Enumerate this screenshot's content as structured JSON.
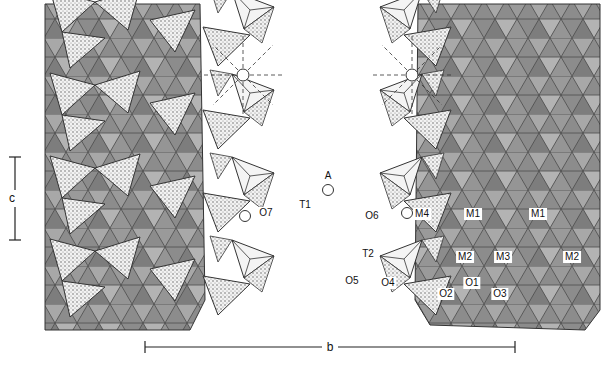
{
  "diagram": {
    "labels": [
      "c",
      "b",
      "A",
      "O7",
      "T1",
      "O6",
      "M4",
      "M1",
      "M1",
      "T2",
      "M2",
      "M3",
      "M2",
      "O5",
      "O4",
      "O1",
      "O2",
      "O3"
    ]
  }
}
